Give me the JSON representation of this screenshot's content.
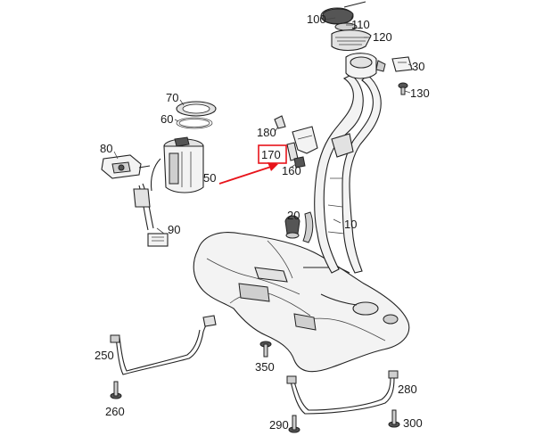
{
  "callouts": {
    "p10": "10",
    "p20": "20",
    "p30": "30",
    "p50": "50",
    "p60": "60",
    "p70": "70",
    "p80": "80",
    "p90": "90",
    "p100": "100",
    "p110": "110",
    "p120": "120",
    "p130": "130",
    "p160": "160",
    "p170": "170",
    "p180": "180",
    "p250": "250",
    "p260": "260",
    "p280": "280",
    "p290": "290",
    "p300": "300",
    "p350": "350"
  },
  "colors": {
    "highlight": "#e8141b",
    "ink": "#222222"
  }
}
